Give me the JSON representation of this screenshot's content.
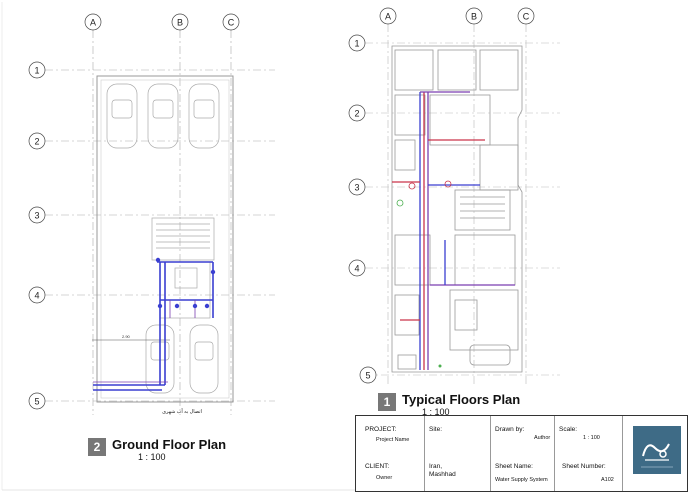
{
  "grid": {
    "columns": [
      "A",
      "B",
      "C"
    ],
    "rows": [
      "1",
      "2",
      "3",
      "4",
      "5"
    ]
  },
  "views": {
    "ground": {
      "number": "2",
      "name": "Ground Floor Plan",
      "scale": "1 : 100",
      "dimension": "2.90",
      "annotation": "اتصال به آب شهری"
    },
    "typical": {
      "number": "1",
      "name": "Typical Floors Plan",
      "scale": "1 : 100"
    }
  },
  "title_block": {
    "project_label": "PROJECT:",
    "project_value": "Project Name",
    "site_label": "Site:",
    "site_value": "Iran,\nMashhad",
    "drawn_label": "Drawn by:",
    "drawn_value": "Author",
    "scale_label": "Scale:",
    "scale_value": "1 : 100",
    "client_label": "CLIENT:",
    "client_value": "Owner",
    "sheet_name_label": "Sheet Name:",
    "sheet_name_value": "Water Supply System",
    "sheet_number_label": "Sheet Number:",
    "sheet_number_value": "A102"
  },
  "colors": {
    "pipe_blue": "#3a3fd1",
    "pipe_red": "#c9344a",
    "pipe_purple": "#7a3fb0",
    "logo_bg": "#3e6b86"
  }
}
